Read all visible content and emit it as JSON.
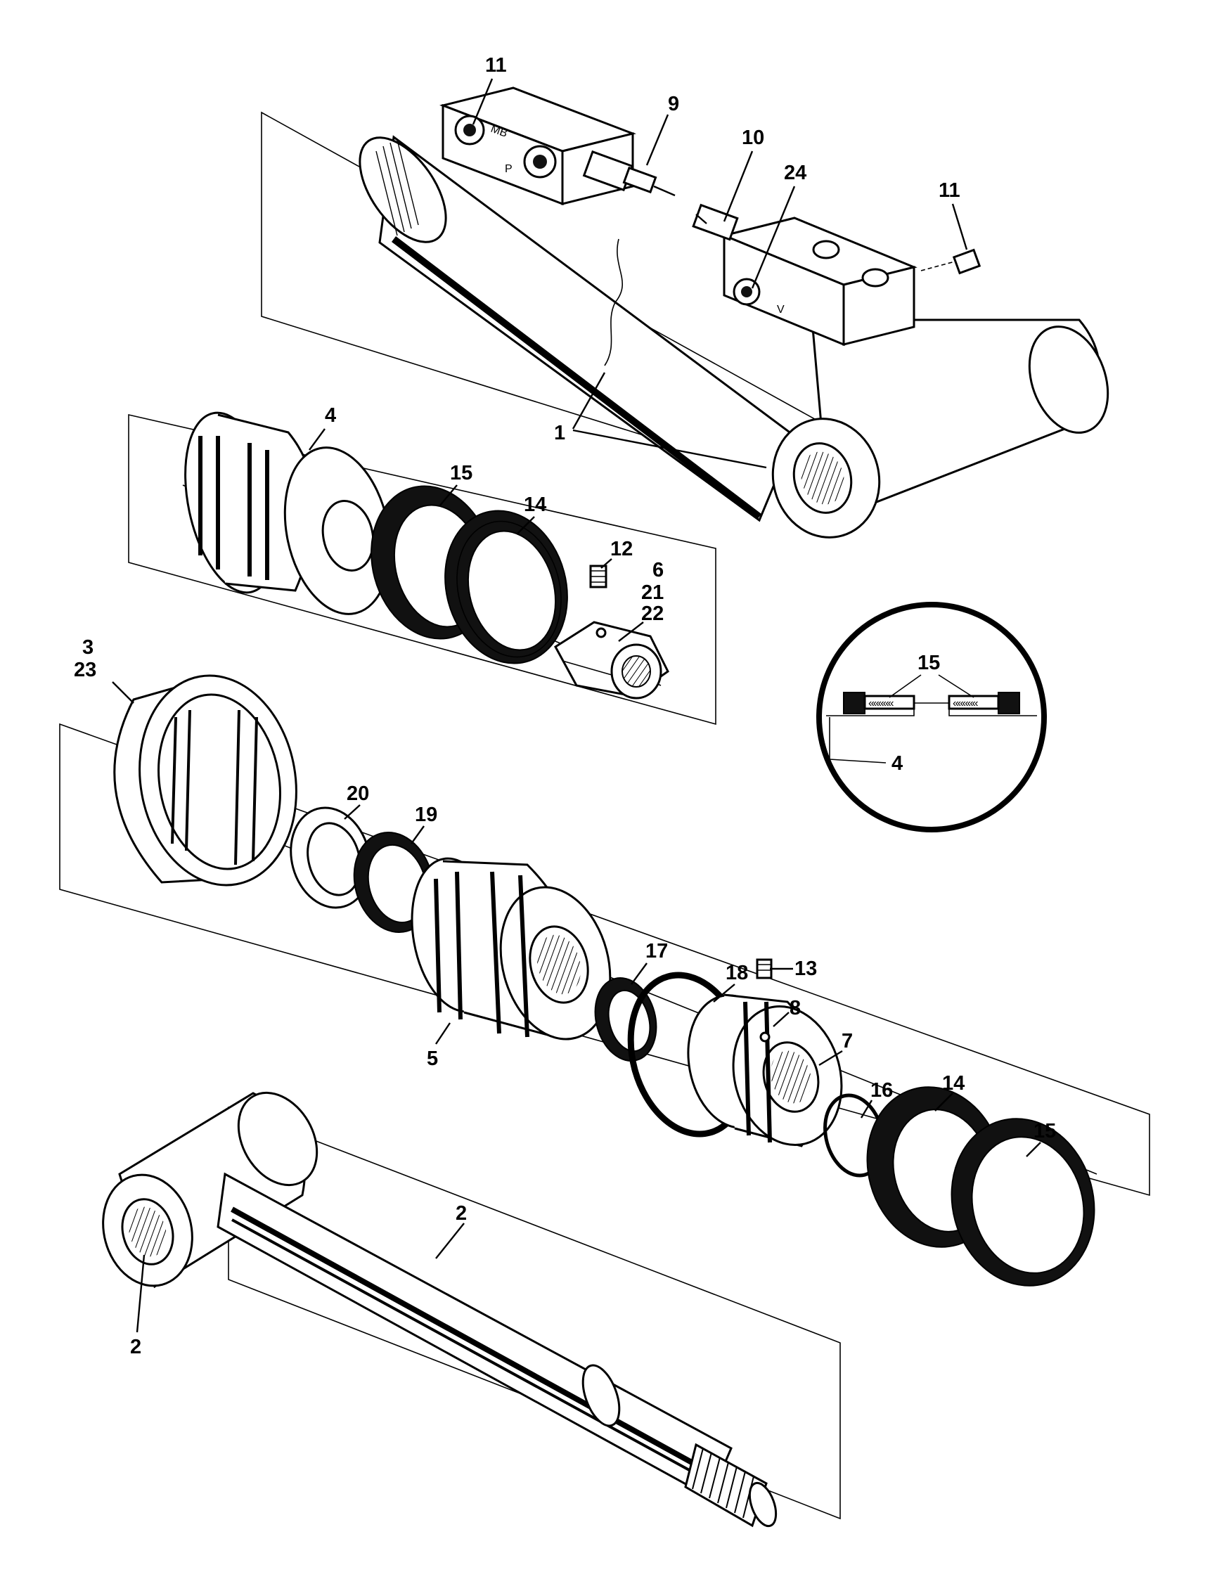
{
  "diagram": {
    "callouts": [
      {
        "id": "c11a",
        "text": "11"
      },
      {
        "id": "c9",
        "text": "9"
      },
      {
        "id": "c10",
        "text": "10"
      },
      {
        "id": "c24",
        "text": "24"
      },
      {
        "id": "c11b",
        "text": "11"
      },
      {
        "id": "c1",
        "text": "1"
      },
      {
        "id": "c4a",
        "text": "4"
      },
      {
        "id": "c15a",
        "text": "15"
      },
      {
        "id": "c14a",
        "text": "14"
      },
      {
        "id": "c12",
        "text": "12"
      },
      {
        "id": "c6",
        "text": "6"
      },
      {
        "id": "c21",
        "text": "21"
      },
      {
        "id": "c22",
        "text": "22"
      },
      {
        "id": "c3",
        "text": "3"
      },
      {
        "id": "c23",
        "text": "23"
      },
      {
        "id": "c15b",
        "text": "15"
      },
      {
        "id": "c4b",
        "text": "4"
      },
      {
        "id": "c20",
        "text": "20"
      },
      {
        "id": "c19",
        "text": "19"
      },
      {
        "id": "c17",
        "text": "17"
      },
      {
        "id": "c18",
        "text": "18"
      },
      {
        "id": "c13",
        "text": "13"
      },
      {
        "id": "c8",
        "text": "8"
      },
      {
        "id": "c7",
        "text": "7"
      },
      {
        "id": "c5",
        "text": "5"
      },
      {
        "id": "c16",
        "text": "16"
      },
      {
        "id": "c14b",
        "text": "14"
      },
      {
        "id": "c15c",
        "text": "15"
      },
      {
        "id": "c2a",
        "text": "2"
      },
      {
        "id": "c2b",
        "text": "2"
      }
    ],
    "valve_marks": {
      "mb": "MB",
      "p": "P",
      "v": "V"
    }
  }
}
